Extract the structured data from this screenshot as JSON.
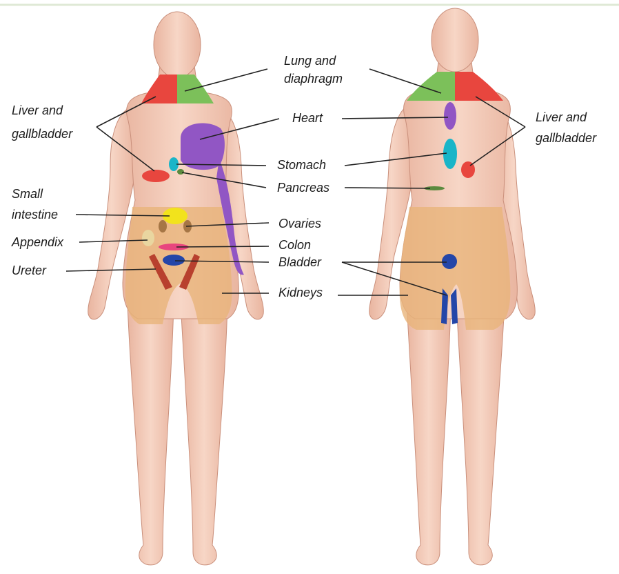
{
  "labels": {
    "lung_line1": "Lung and",
    "lung_line2": "diaphragm",
    "liver_left_line1": "Liver and",
    "liver_left_line2": "gallbladder",
    "liver_right_line1": "Liver and",
    "liver_right_line2": "gallbladder",
    "heart": "Heart",
    "stomach": "Stomach",
    "pancreas": "Pancreas",
    "small_intestine_line1": "Small",
    "small_intestine_line2": "intestine",
    "ovaries": "Ovaries",
    "appendix": "Appendix",
    "colon": "Colon",
    "ureter": "Ureter",
    "bladder": "Bladder",
    "kidneys": "Kidneys"
  },
  "colors": {
    "skin": "#f2c9b6",
    "skin_shade": "#dca58f",
    "liver_gallbladder": "#e8463e",
    "lung_diaphragm": "#7cc05a",
    "heart": "#9156c4",
    "stomach": "#19b5c8",
    "pancreas": "#5a8a3e",
    "small_intestine": "#f2e31c",
    "ovaries": "#9a6a3a",
    "appendix": "#e9d6a0",
    "colon": "#e8457e",
    "ureter": "#b8402e",
    "bladder": "#2446a8",
    "kidneys": "#e8b47a"
  },
  "regions": [
    "liver-gallbladder-region-front",
    "lung-diaphragm-region-front",
    "heart-region-front",
    "stomach-region-front",
    "pancreas-region-front",
    "small-intestine-region",
    "ovaries-region",
    "appendix-region",
    "colon-region",
    "ureter-region",
    "bladder-region-front",
    "kidneys-region-front",
    "lung-diaphragm-region-back",
    "liver-gallbladder-region-back",
    "heart-region-back",
    "stomach-region-back",
    "pancreas-region-back",
    "kidneys-region-back",
    "bladder-region-back"
  ]
}
